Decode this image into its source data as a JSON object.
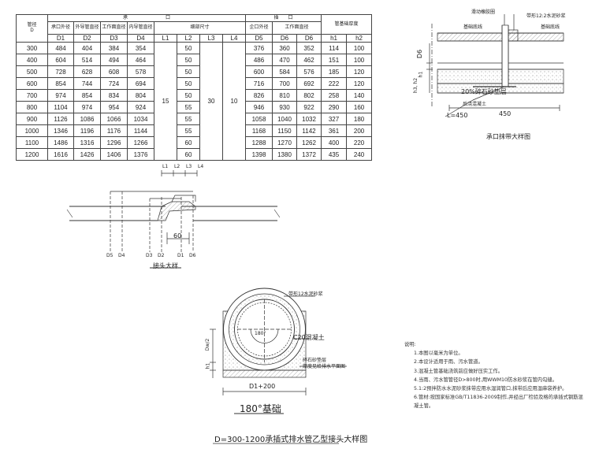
{
  "table": {
    "h_dn": "管径",
    "h_dn_sym": "D",
    "h_socket": "承　　　　　　　　口",
    "h_spigot": "插　　口",
    "h_base_thick": "管基础厚度",
    "h_d1": "承口外径",
    "h_d2": "外导管直径",
    "h_d3": "工作面直径",
    "h_d4": "内导管直径",
    "h_detail": "细部尺寸",
    "h_d5": "企口外径",
    "h_work": "工作面直径",
    "sub": [
      "D1",
      "D2",
      "D3",
      "D4",
      "L1",
      "L2",
      "L3",
      "L4",
      "D5",
      "D6",
      "D6",
      "h1",
      "h2"
    ],
    "rows": [
      [
        "300",
        "484",
        "404",
        "384",
        "354",
        "50",
        "376",
        "360",
        "352",
        "114",
        "100"
      ],
      [
        "400",
        "604",
        "514",
        "494",
        "464",
        "50",
        "486",
        "470",
        "462",
        "151",
        "100"
      ],
      [
        "500",
        "728",
        "628",
        "608",
        "578",
        "50",
        "600",
        "584",
        "576",
        "185",
        "120"
      ],
      [
        "600",
        "854",
        "744",
        "724",
        "694",
        "50",
        "716",
        "700",
        "692",
        "222",
        "120"
      ],
      [
        "700",
        "974",
        "854",
        "834",
        "804",
        "50",
        "826",
        "810",
        "802",
        "258",
        "140"
      ],
      [
        "800",
        "1104",
        "974",
        "954",
        "924",
        "55",
        "946",
        "930",
        "922",
        "290",
        "160"
      ],
      [
        "900",
        "1126",
        "1086",
        "1066",
        "1034",
        "55",
        "1058",
        "1040",
        "1032",
        "327",
        "180"
      ],
      [
        "1000",
        "1346",
        "1196",
        "1176",
        "1144",
        "55",
        "1168",
        "1150",
        "1142",
        "361",
        "200"
      ],
      [
        "1100",
        "1486",
        "1316",
        "1296",
        "1266",
        "60",
        "1288",
        "1270",
        "1262",
        "400",
        "220"
      ],
      [
        "1200",
        "1616",
        "1426",
        "1406",
        "1376",
        "60",
        "1398",
        "1380",
        "1372",
        "435",
        "240"
      ]
    ],
    "L1": "15",
    "L3": "30",
    "L4": "10"
  },
  "detail_top": {
    "ring": "滑动橡胶圈",
    "band": "带形12:2水泥砂浆",
    "base_line": "基础底线",
    "sand": "20%碎石砂垫层",
    "L": "L=450",
    "post_pour": "后浇混凝土",
    "dim": "450",
    "d6": "D6",
    "h1": "h1",
    "h3h2": "h3, h2",
    "caption": "承口抹带大样图"
  },
  "joint": {
    "caption": "接头大样",
    "dim60": "60",
    "L1": "L1",
    "L2": "L2",
    "L3": "L3",
    "L4": "L4",
    "bottom": [
      "D5",
      "D4",
      "D3",
      "D2",
      "D1",
      "D6"
    ]
  },
  "section": {
    "band": "带形12水泥砂浆",
    "c20": "C20混凝土",
    "sand": "碎石砂垫层",
    "base_note": "厚度见给排水平面图",
    "angle": "180°",
    "dw": "Dw/2",
    "h1": "h1",
    "width": "D1+200",
    "caption": "180°基础"
  },
  "title": "D=300-1200承插式排水管乙型接头大样图",
  "notes": {
    "head": "说明:",
    "items": [
      "1.本图以毫米为单位。",
      "2.本设计适用于雨、污水管道。",
      "3.混凝土管基础浇筑前应做好压实工作。",
      "4.当雨、污水管管径D>800时,用WWM10防水砂浆在管内勾缝。",
      "5.1:2预拌防水水泥砂浆抹带应用水湿润管口,抹带后应用湿麻袋养护。",
      "6.管材:按国家标准GB/T11836-2009制作,并经出厂检验及格的承插式钢筋混",
      "凝土管。"
    ]
  }
}
